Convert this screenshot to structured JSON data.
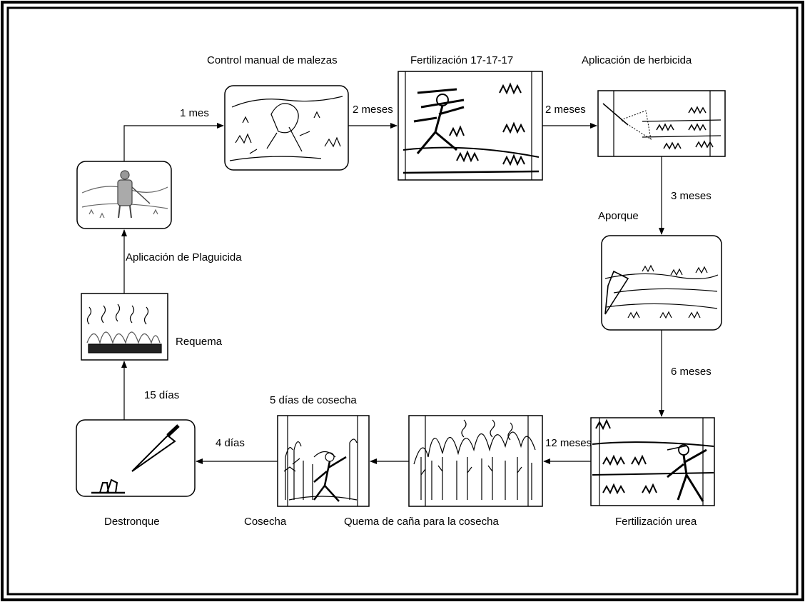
{
  "labels": {
    "control_manual": "Control manual de malezas",
    "fertilizacion_171717": "Fertilización 17-17-17",
    "aplicacion_herbicida": "Aplicación de herbicida",
    "aporque": "Aporque",
    "fertilizacion_urea": "Fertilización urea",
    "quema_cana": "Quema de caña para la cosecha",
    "cosecha": "Cosecha",
    "cinco_dias_cosecha": "5 días de cosecha",
    "destronque": "Destronque",
    "requema": "Requema",
    "aplicacion_plaguicida": "Aplicación de Plaguicida"
  },
  "intervals": {
    "un_mes": "1 mes",
    "dos_meses_a": "2 meses",
    "dos_meses_b": "2 meses",
    "tres_meses": "3 meses",
    "seis_meses": "6 meses",
    "doce_meses": "12 meses",
    "cuatro_dias": "4 días",
    "quince_dias": "15 días"
  },
  "colors": {
    "line": "#000000",
    "frame": "#000000",
    "background": "#ffffff"
  }
}
